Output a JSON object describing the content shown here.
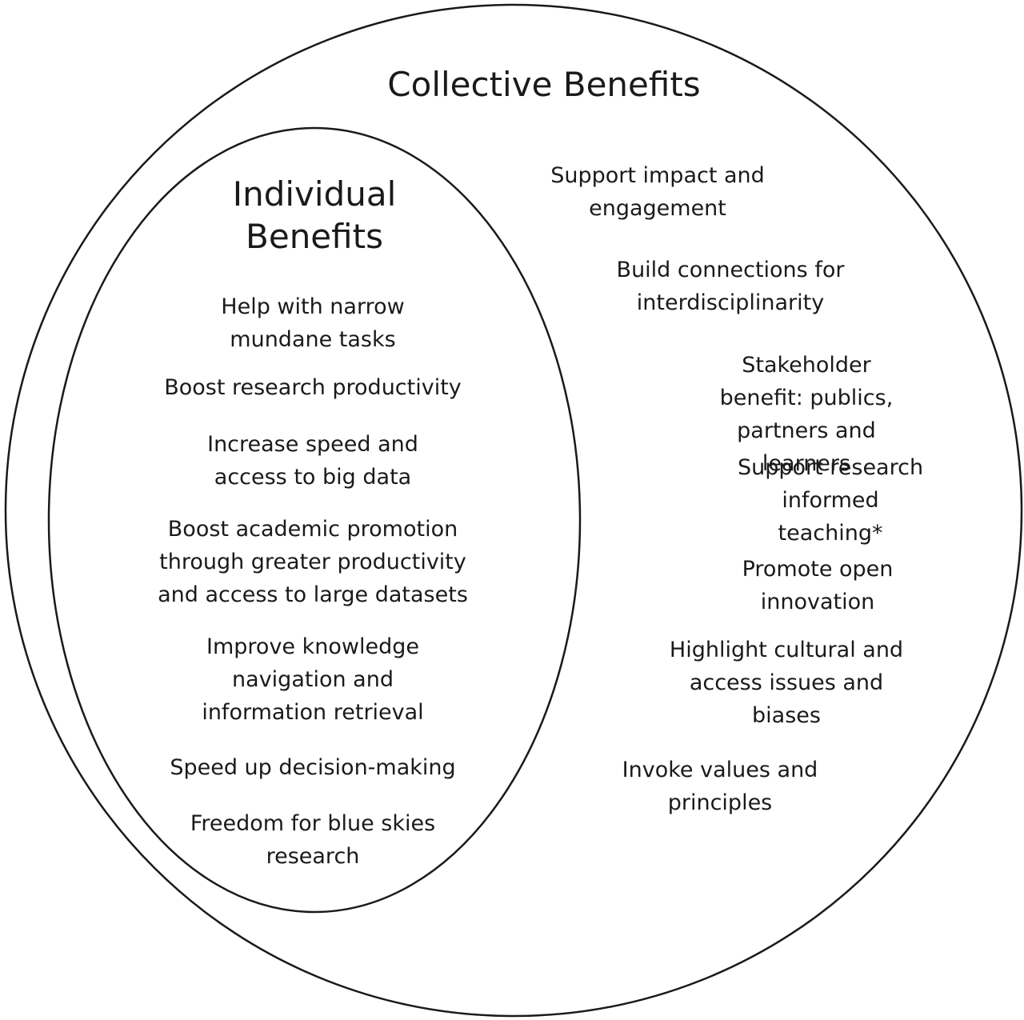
{
  "collective": {
    "title": "Collective Benefits",
    "items": [
      "Support impact and\nengagement",
      "Build connections for\ninterdisciplinarity",
      "Stakeholder benefit: publics,\npartners and learners",
      "Support research informed\nteaching*",
      "Promote open innovation",
      "Highlight cultural and\naccess issues and biases",
      "Invoke values and\nprinciples"
    ]
  },
  "individual": {
    "title": "Individual\nBenefits",
    "items": [
      "Help with narrow\nmundane tasks",
      "Boost research productivity",
      "Increase speed and\naccess to big data",
      "Boost academic promotion\nthrough greater productivity\nand access to large datasets",
      "Improve knowledge\nnavigation and\ninformation retrieval",
      "Speed up decision-making",
      "Freedom for blue skies\nresearch"
    ]
  },
  "colors": {
    "outline": "#1a1a1a",
    "text": "#1a1a1a",
    "background": "#ffffff"
  }
}
